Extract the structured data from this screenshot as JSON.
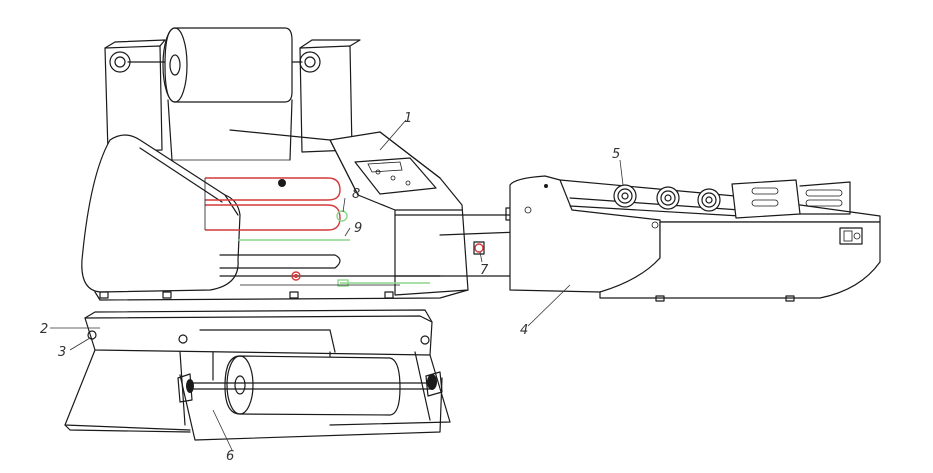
{
  "callouts": [
    "1",
    "2",
    "3",
    "4",
    "5",
    "6",
    "7",
    "8",
    "9"
  ],
  "colors": {
    "line": "#1a1a1a",
    "heated_roller": "#d43a3a",
    "guide_shaft": "#8bd68b",
    "background": "#ffffff"
  }
}
